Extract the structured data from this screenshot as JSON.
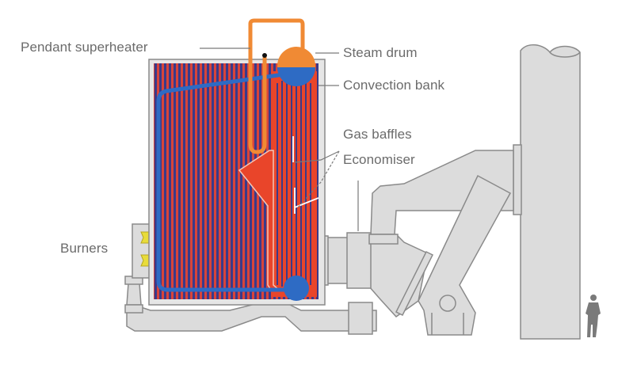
{
  "title": "Water-tube boiler schematic",
  "labels": {
    "pendant_superheater": "Pendant superheater",
    "steam_drum": "Steam drum",
    "convection_bank": "Convection bank",
    "gas_baffles": "Gas baffles",
    "economiser": "Economiser",
    "burners": "Burners"
  },
  "colors": {
    "hot_tube": "#e9452a",
    "tube_dark": "#3a3a8a",
    "water_blue": "#2e6bc4",
    "steam_orange": "#f08a34",
    "duct_grey": "#dcdcdc",
    "outline_grey": "#8a8a8a",
    "burner_yellow": "#e8dc3a",
    "text_grey": "#6b6b6b"
  }
}
